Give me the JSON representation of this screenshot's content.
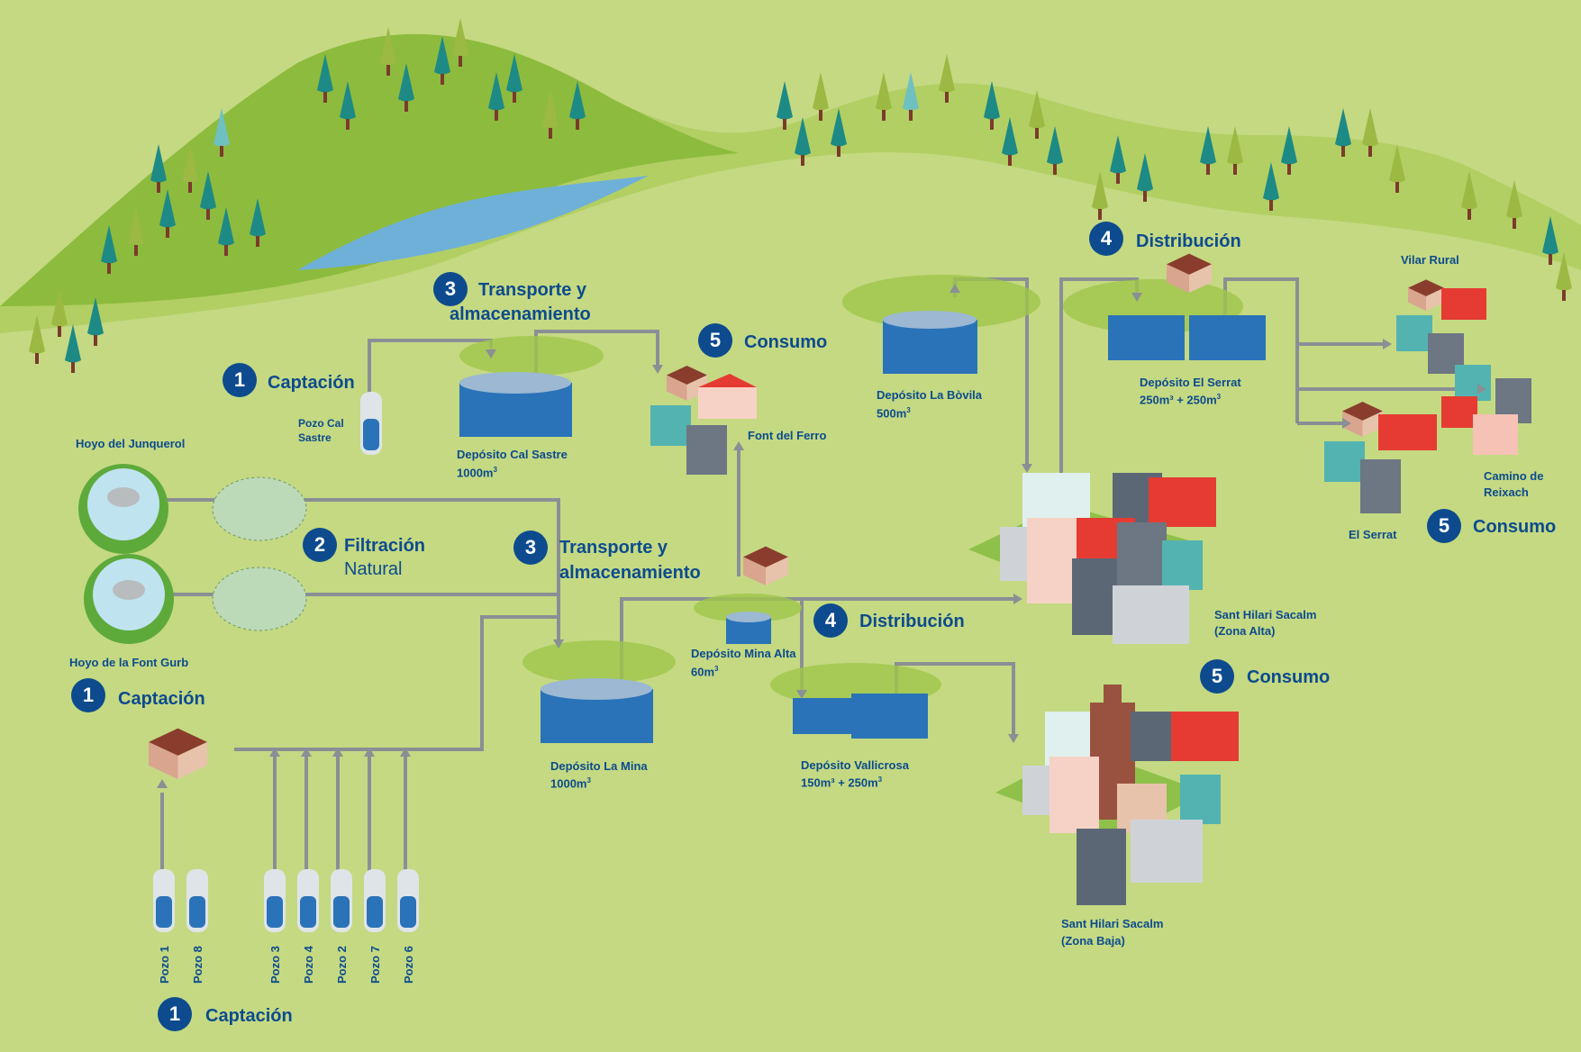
{
  "colors": {
    "label_blue": "#0d4b8e",
    "pipe": "#8a8f95",
    "water": "#2a73b9",
    "grass": "#c4d982",
    "hill": "#9fc54a",
    "river": "#6fb0d9"
  },
  "steps": [
    {
      "id": "captacion_1",
      "num": "1",
      "title": "Captación"
    },
    {
      "id": "captacion_2",
      "num": "1",
      "title": "Captación"
    },
    {
      "id": "captacion_3",
      "num": "1",
      "title": "Captación"
    },
    {
      "id": "filtracion",
      "num": "2",
      "title": "Filtración",
      "subtitle": "Natural"
    },
    {
      "id": "transporte_1",
      "num": "3",
      "line1": "Transporte y",
      "line2": "almacenamiento"
    },
    {
      "id": "transporte_2",
      "num": "3",
      "line1": "Transporte y",
      "line2": "almacenamiento"
    },
    {
      "id": "distribucion_1",
      "num": "4",
      "title": "Distribución"
    },
    {
      "id": "distribucion_2",
      "num": "4",
      "title": "Distribución"
    },
    {
      "id": "consumo_1",
      "num": "5",
      "title": "Consumo"
    },
    {
      "id": "consumo_2",
      "num": "5",
      "title": "Consumo"
    },
    {
      "id": "consumo_3",
      "num": "5",
      "title": "Consumo"
    }
  ],
  "places": {
    "hoyo_junquerol": "Hoyo del Junquerol",
    "hoyo_font_gurb": "Hoyo de la Font Gurb",
    "pozo_cal_sastre_1": "Pozo Cal",
    "pozo_cal_sastre_2": "Sastre",
    "font_del_ferro": "Font del Ferro",
    "vilar_rural": "Vilar Rural",
    "camino_1": "Camino de",
    "camino_2": "Reixach",
    "el_serrat": "El Serrat",
    "alta_1": "Sant Hilari Sacalm",
    "alta_2": "(Zona Alta)",
    "baja_1": "Sant Hilari Sacalm",
    "baja_2": "(Zona Baja)"
  },
  "deposits": {
    "cal_sastre": {
      "name": "Depósito Cal Sastre",
      "capacity": "1000m",
      "sup": "3"
    },
    "la_mina": {
      "name": "Depósito La Mina",
      "capacity": "1000m",
      "sup": "3"
    },
    "mina_alta": {
      "name": "Depósito Mina Alta",
      "capacity": "60m",
      "sup": "3"
    },
    "vallicrosa": {
      "name": "Depósito Vallicrosa",
      "capacity": "150m³ + 250m",
      "sup": "3"
    },
    "la_bovila": {
      "name": "Depósito La Bòvila",
      "capacity": "500m",
      "sup": "3"
    },
    "el_serrat": {
      "name": "Depósito El Serrat",
      "capacity": "250m³ + 250m",
      "sup": "3"
    }
  },
  "wells": [
    "Pozo 1",
    "Pozo 8",
    "Pozo 3",
    "Pozo 4",
    "Pozo 2",
    "Pozo 7",
    "Pozo 6"
  ]
}
